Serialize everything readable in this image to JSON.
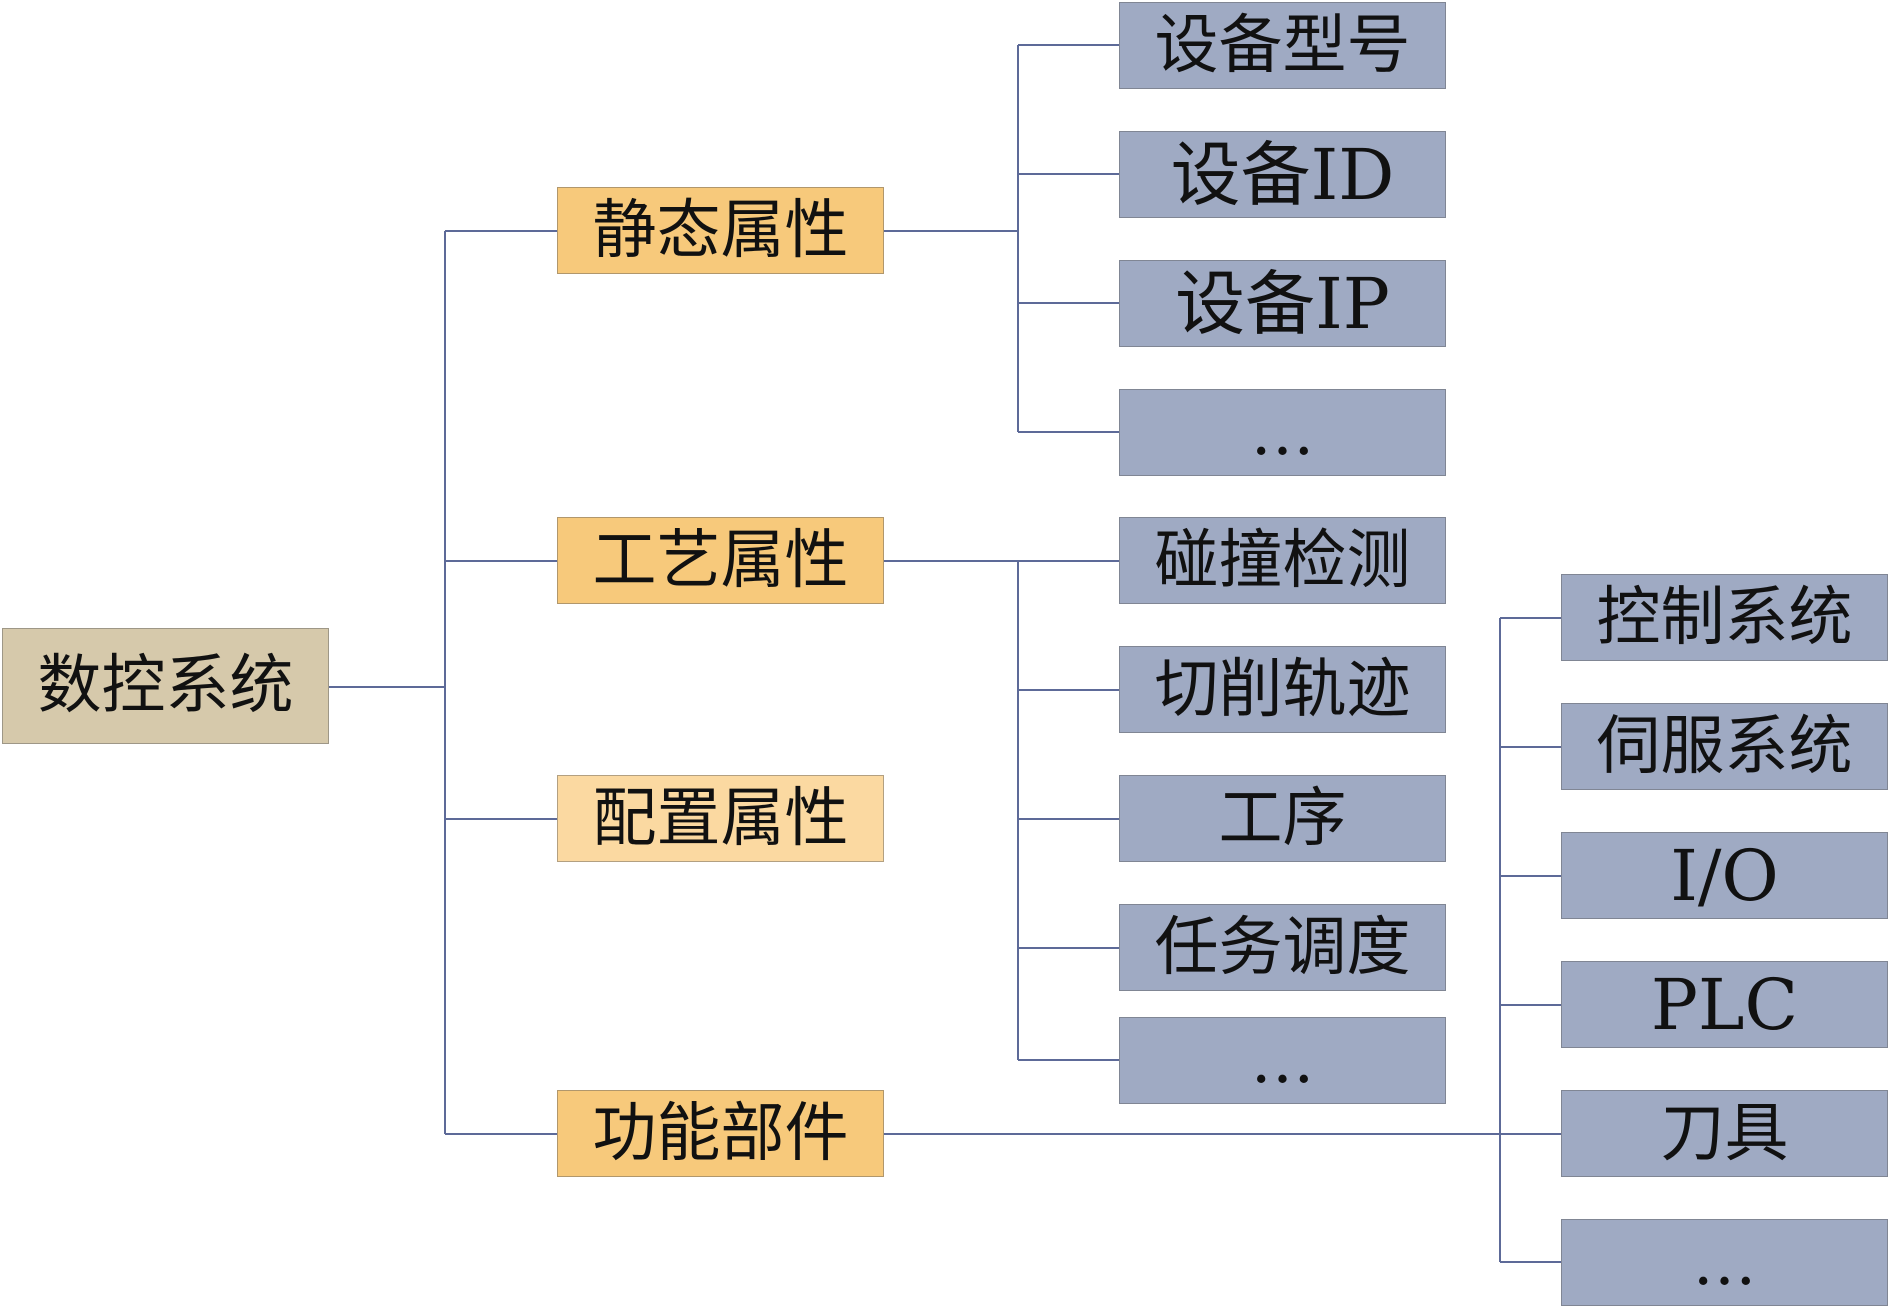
{
  "colors": {
    "root": "#d6c9ab",
    "attribute": "#f7c97b",
    "attribute_light": "#fbd9a1",
    "leaf": "#9faac3",
    "connector": "#5d6a98"
  },
  "root": {
    "label": "数控系统"
  },
  "branches": [
    {
      "label": "静态属性",
      "children": [
        "设备型号",
        "设备ID",
        "设备IP",
        "…"
      ]
    },
    {
      "label": "工艺属性",
      "children": [
        "碰撞检测",
        "切削轨迹",
        "工序",
        "任务调度",
        "…"
      ]
    },
    {
      "label": "配置属性",
      "children": []
    },
    {
      "label": "功能部件",
      "children": [
        "控制系统",
        "伺服系统",
        "I/O",
        "PLC",
        "刀具",
        "…"
      ]
    }
  ]
}
